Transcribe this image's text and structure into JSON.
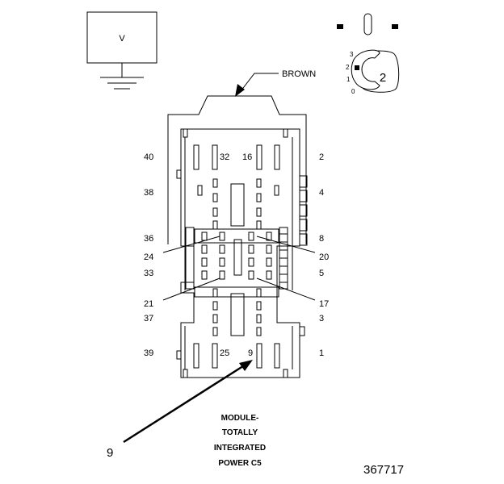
{
  "meter": {
    "label": "V"
  },
  "wire_color": "BROWN",
  "key": {
    "big_label": "2",
    "small_labels": [
      "3",
      "2",
      "1",
      "0"
    ]
  },
  "pins": {
    "p40": "40",
    "p32": "32",
    "p16": "16",
    "p2": "2",
    "p38": "38",
    "p4": "4",
    "p36": "36",
    "p8": "8",
    "p24": "24",
    "p20": "20",
    "p33": "33",
    "p5": "5",
    "p21": "21",
    "p17": "17",
    "p37": "37",
    "p3": "3",
    "p39": "39",
    "p25": "25",
    "p9i": "9",
    "p1": "1"
  },
  "callout": "9",
  "module_label": [
    "MODULE-",
    "TOTALLY",
    "INTEGRATED",
    "POWER C5"
  ],
  "figure_id": "367717"
}
